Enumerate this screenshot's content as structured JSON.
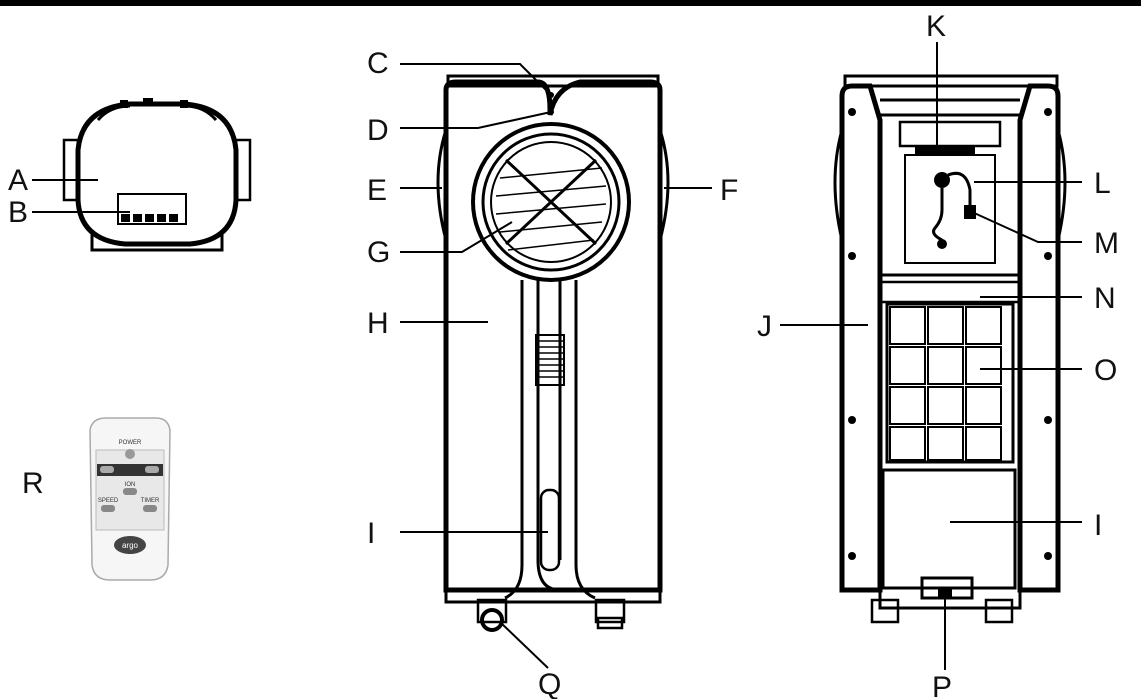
{
  "labels": {
    "A": "A",
    "B": "B",
    "C": "C",
    "D": "D",
    "E": "E",
    "F": "F",
    "G": "G",
    "H": "H",
    "I": "I",
    "J": "J",
    "K": "K",
    "L": "L",
    "M": "M",
    "N": "N",
    "O": "O",
    "P": "P",
    "Q": "Q",
    "R": "R"
  },
  "remote": {
    "power": "POWER",
    "ion": "ION",
    "speed": "SPEED",
    "timer": "TIMER",
    "brand": "argo"
  }
}
